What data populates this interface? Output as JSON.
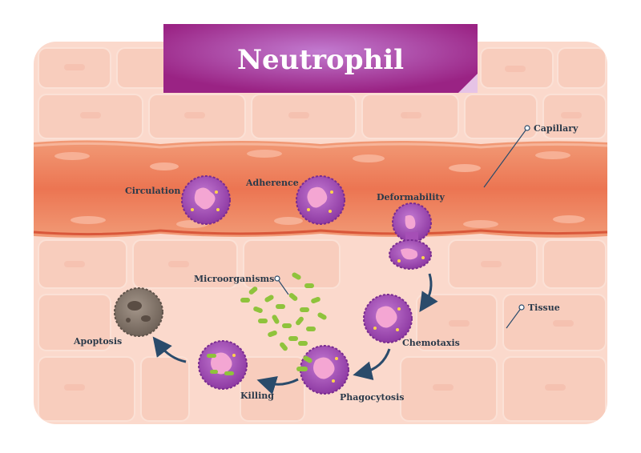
{
  "title": "Neutrophil",
  "labels": {
    "capillary": "Capillary",
    "tissue": "Tissue",
    "circulation": "Circulation",
    "adherence": "Adherence",
    "deformability": "Deformability",
    "microorganisms": "Microorganisms",
    "chemotaxis": "Chemotaxis",
    "phagocytosis": "Phagocytosis",
    "killing": "Killing",
    "apoptosis": "Apoptosis"
  },
  "colors": {
    "tissue_bg": "#fbd9cc",
    "tissue_cell": "#f9cbbb",
    "vessel": "#ee7a57",
    "vessel_dark": "#d9573a",
    "banner": "#a0288a",
    "neutrophil": "#a54fb6",
    "nucleus": "#f4a6d3",
    "microbe": "#8fc33c",
    "apoptotic": "#8e7f73",
    "arrow": "#2a4b6b"
  }
}
